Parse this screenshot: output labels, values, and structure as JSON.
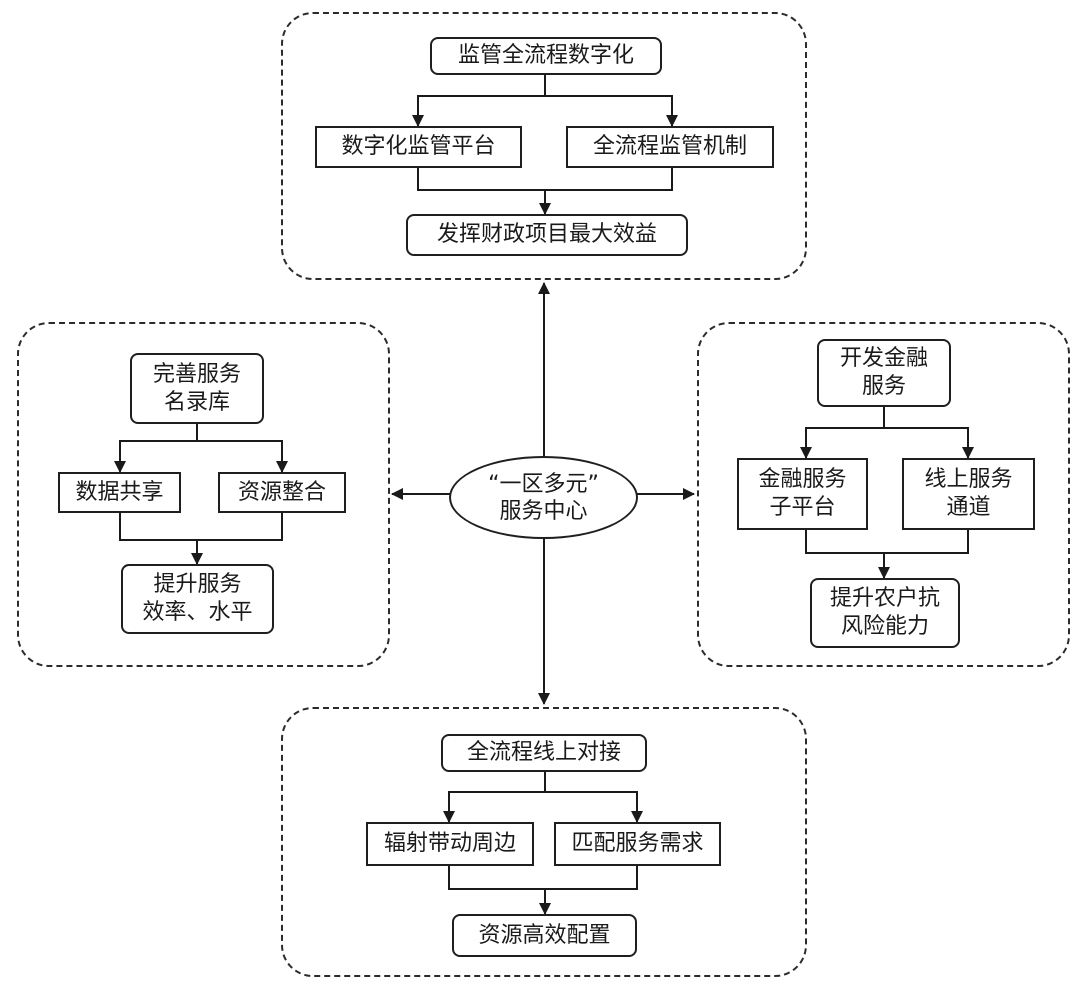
{
  "center": {
    "line1": "“一区多元”",
    "line2": "服务中心"
  },
  "top": {
    "head": "监管全流程数字化",
    "left": "数字化监管平台",
    "right": "全流程监管机制",
    "result": "发挥财政项目最大效益"
  },
  "left": {
    "head": "完善服务\n名录库",
    "left": "数据共享",
    "right": "资源整合",
    "result": "提升服务\n效率、水平"
  },
  "right": {
    "head": "开发金融\n服务",
    "left": "金融服务\n子平台",
    "right": "线上服务\n通道",
    "result": "提升农户抗\n风险能力"
  },
  "bottom": {
    "head": "全流程线上对接",
    "left": "辐射带动周边",
    "right": "匹配服务需求",
    "result": "资源高效配置"
  }
}
